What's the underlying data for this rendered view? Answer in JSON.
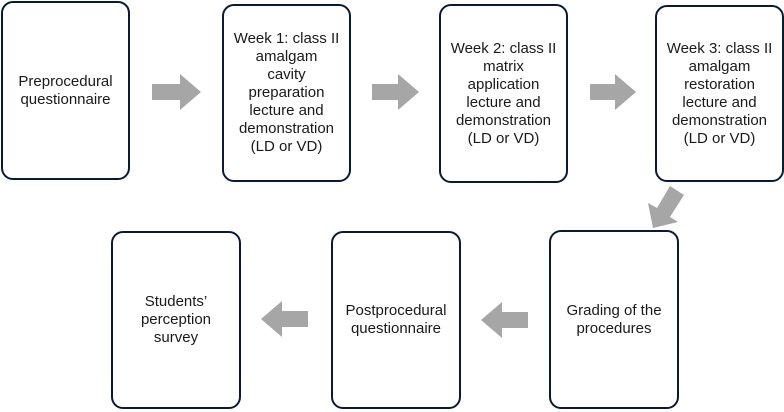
{
  "colors": {
    "box_border": "#0b1a33",
    "arrow": "#a6a6a6",
    "text": "#1a1a1a"
  },
  "steps": [
    "Preprocedural\nquestionnaire",
    "Week 1: class II\namalgam\ncavity\npreparation\nlecture and\ndemonstration\n(LD or VD)",
    "Week 2: class II\nmatrix\napplication\nlecture and\ndemonstration\n(LD or VD)",
    "Week 3: class II\namalgam\nrestoration\nlecture and\ndemonstration\n(LD or VD)",
    "Grading of the\nprocedures",
    "Postprocedural\nquestionnaire",
    "Students’\nperception\nsurvey"
  ]
}
